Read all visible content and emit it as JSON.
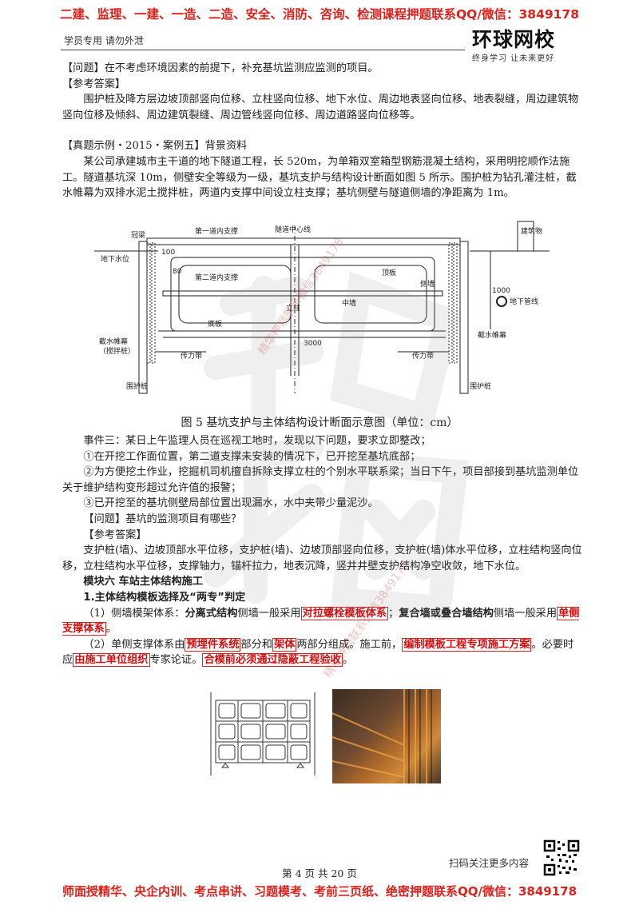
{
  "banner_top": "二建、监理、一建、一造、二造、安全、消防、咨询、检测课程押题联系QQ/微信：3849178",
  "header_note": "学员专用 请勿外泄",
  "logo": {
    "main": "环球网校",
    "sub": "终身学习 让未来更好"
  },
  "section1": {
    "question": "【问题】在不考虑环境因素的前提下，补充基坑监测应监测的项目。",
    "answer_label": "【参考答案】",
    "answer": "围护桩及降方层边坡顶部竖向位移、立柱竖向位移、地下水位、周边地表竖向位移、地表裂缝，周边建筑物竖向位移及倾斜、周边建筑裂缝、周边管线竖向位移、周边道路竖向位移等。"
  },
  "section2": {
    "title": "【真题示例・2015・案例五】背景资料",
    "background": "某公司承建城市主干道的地下隧道工程，长 520m，为单箱双室箱型钢筋混凝土结构，采用明挖顺作法施工。隧道基坑深 10m，侧壁安全等级为一级，基坑支护与结构设计断面如图 5 所示。围护桩为钻孔灌注桩，截水帷幕为双排水泥土搅拌桩，两道内支撑中间设立柱支撑；基坑侧壁与隧道侧墙的净距离为 1m。"
  },
  "figure": {
    "labels": {
      "guanliang": "冠梁",
      "first_support": "第一道内支撑",
      "center_line": "隧道中心线",
      "building": "建筑物",
      "groundwater": "地下水位",
      "second_support": "第二道内支撑",
      "roof": "顶板",
      "side_wall": "侧墙",
      "column": "立柱",
      "middle_wall": "中墙",
      "floor": "底板",
      "pipeline": "地下管线",
      "curtain_left": "截水帷幕",
      "curtain_left_sub": "（搅拌桩）",
      "curtain_right": "截水帷幕",
      "band_left": "传力带",
      "band_right": "传力带",
      "pile_left": "围护桩",
      "pile_right": "围护桩",
      "dim_100": "100",
      "dim_80": "80",
      "dim_1000": "1000",
      "dim_3000": "3000"
    },
    "caption": "图 5 基坑支护与主体结构设计断面示意图（单位：cm）"
  },
  "section3": {
    "event": "事件三：某日上午监理人员在巡视工地时，发现以下问题，要求立即整改；",
    "item1": "①在开挖工作面位置，第二道支撑未安装的情况下，已开挖至基坑底部；",
    "item2": "②为方便挖土作业，挖掘机司机擅自拆除支撑立柱的个别水平联系梁；当日下午，项目部接到基坑监测单位关于维护结构变形超过允许值的报警；",
    "item3": "③已开挖至的基坑侧壁局部位置出现漏水，水中夹带少量泥沙。",
    "question": "【问题】基坑的监测项目有哪些？",
    "answer_label": "【参考答案】",
    "answer": "支护桩(墙)、边坡顶部水平位移，支护桩(墙)、边坡顶部竖向位移，支护桩(墙)体水平位移，立柱结构竖向位移，立柱结构水平位移，支撑轴力，锚杆拉力，地表沉降，竖井井壁支护结构净空收敛，地下水位。"
  },
  "module6": {
    "title": "模块六 车站主体结构施工",
    "subtitle": "1.主体结构模板选择及“两专”判定",
    "p1_a": "（1）侧墙模架体系：",
    "p1_b": "分离式结构",
    "p1_c": "侧墙一般采用",
    "p1_d": "对拉螺栓模板体系",
    "p1_e": "；",
    "p1_f": "复合墙或叠合墙结构",
    "p1_g": "侧墙一般采用",
    "p1_h": "单侧支撑体系",
    "p1_i": "。",
    "p2_a": "（2）单侧支撑体系由",
    "p2_b": "预埋件系统",
    "p2_c": "部分和",
    "p2_d": "架体",
    "p2_e": "两部分组成。施工前，",
    "p2_f": "编制模板工程专项施工方案",
    "p2_g": "。必要时应",
    "p2_h": "由施工单位组织",
    "p2_i": "专家论证。",
    "p2_j": "合模前必须通过隐蔽工程验收",
    "p2_k": "。"
  },
  "footer": {
    "scan": "扫码关注更多内容",
    "page": "第 4 页 共 20 页",
    "banner_bottom": "师面授精华、央企内训、考点串讲、习题模考、考前三页纸、绝密押题联系QQ/微信：3849178"
  },
  "watermark": "精华押题联系微信3849178"
}
